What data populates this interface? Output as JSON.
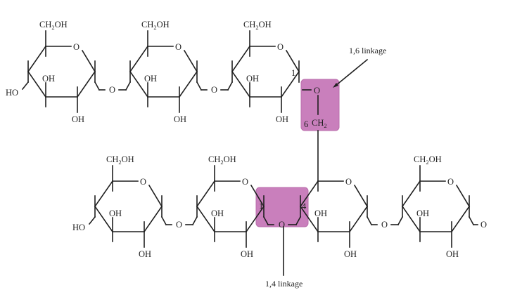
{
  "labels": {
    "ch2oh_prefix": "CH",
    "ch2oh_sub": "2",
    "ch2oh_suffix": "OH",
    "ch2_prefix": "CH",
    "ch2_sub": "2",
    "oh": "OH",
    "ho": "HO",
    "ring_o": "O",
    "bridge_o": "O",
    "carbon_1": "1",
    "carbon_4": "4",
    "carbon_6": "6",
    "linkage_16": "1,6 linkage",
    "linkage_14": "1,4 linkage"
  },
  "colors": {
    "highlight": "#c97fbc",
    "bond": "#1f1f1f"
  },
  "structure": {
    "top_chain_rings": 3,
    "bottom_chain_rings": 4,
    "top_bridges": 2,
    "bottom_bridges": 3,
    "branch": "1,6 linkage between top chain end and bottom chain ring 3",
    "main_chain_highlight": "1,4 linkage between bottom rings 2 and 3"
  }
}
